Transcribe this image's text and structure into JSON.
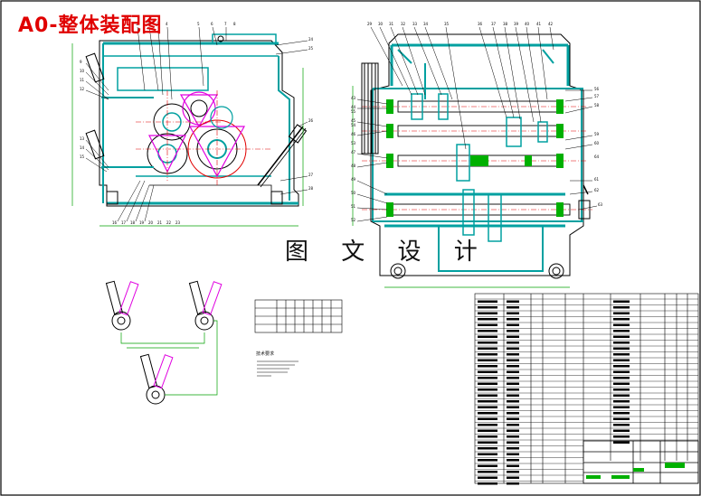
{
  "drawing": {
    "title": "A0-整体装配图",
    "watermark": "图 文 设 计"
  },
  "left_view": {
    "balloons_top": [
      "1",
      "2",
      "3",
      "4",
      "5",
      "6",
      "7",
      "8"
    ],
    "balloons_left": [
      "9",
      "10",
      "11",
      "12",
      "13",
      "14",
      "15"
    ],
    "balloons_bottom": [
      "16",
      "17",
      "18",
      "19",
      "20",
      "21",
      "22",
      "23"
    ],
    "balloons_right": [
      "24",
      "25",
      "26",
      "27",
      "28"
    ]
  },
  "right_view": {
    "balloons_top": [
      "29",
      "30",
      "31",
      "32",
      "33",
      "34",
      "35",
      "36",
      "37",
      "38",
      "39",
      "40",
      "41",
      "42"
    ],
    "balloons_left": [
      "43",
      "44",
      "45",
      "46",
      "47",
      "48",
      "49",
      "50",
      "51",
      "52",
      "53",
      "54",
      "55"
    ],
    "balloons_right": [
      "56",
      "57",
      "58",
      "59",
      "60",
      "61",
      "62",
      "63",
      "64"
    ]
  },
  "gear_table": {
    "rows": [
      "",
      "",
      "",
      ""
    ],
    "cols": 7
  },
  "notes": {
    "heading": "技术要求"
  },
  "colors": {
    "housing": "#00a0a0",
    "centerline": "#e00000",
    "gear_magenta": "#e000e0",
    "green": "#00b000",
    "dim_green": "#00a000",
    "outline": "#000000"
  },
  "icons": [
    "crank-handle-icon",
    "gear-icon",
    "bearing-icon"
  ]
}
